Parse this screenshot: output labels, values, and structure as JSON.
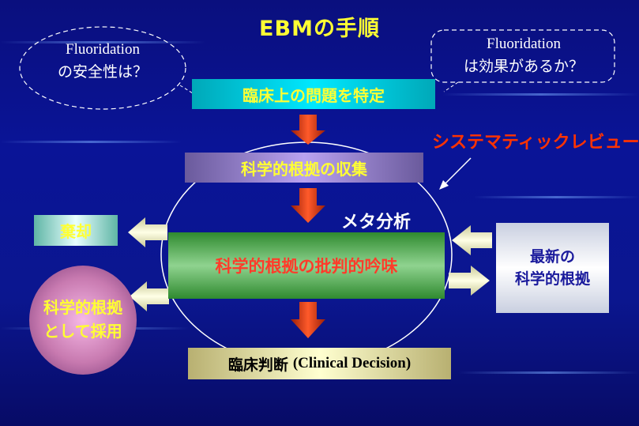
{
  "title": "EBMの手順",
  "bubble_left": {
    "line1": "Fluoridation",
    "line2": "の安全性は？"
  },
  "bubble_right": {
    "line1": "Fluoridation",
    "line2": "は効果があるか？"
  },
  "steps": {
    "identify": "臨床上の問題を特定",
    "collect": "科学的根拠の収集",
    "appraise": "科学的根拠の批判的吟味",
    "decision_ja": "臨床判断",
    "decision_en": "(Clinical Decision)"
  },
  "discard": "棄却",
  "adopt": {
    "line1": "科学的根拠",
    "line2": "として採用"
  },
  "latest": {
    "line1": "最新の",
    "line2": "科学的根拠"
  },
  "systematic_review": "システマティックレビュー",
  "meta_analysis": "メタ分析",
  "colors": {
    "title": "#ffff33",
    "background": "#0a1497",
    "systematic_review": "#ff3300",
    "down_arrow": "#d63a14"
  },
  "icons": [
    "down-arrow-icon",
    "left-arrow-icon",
    "right-arrow-icon",
    "pointer-line"
  ]
}
